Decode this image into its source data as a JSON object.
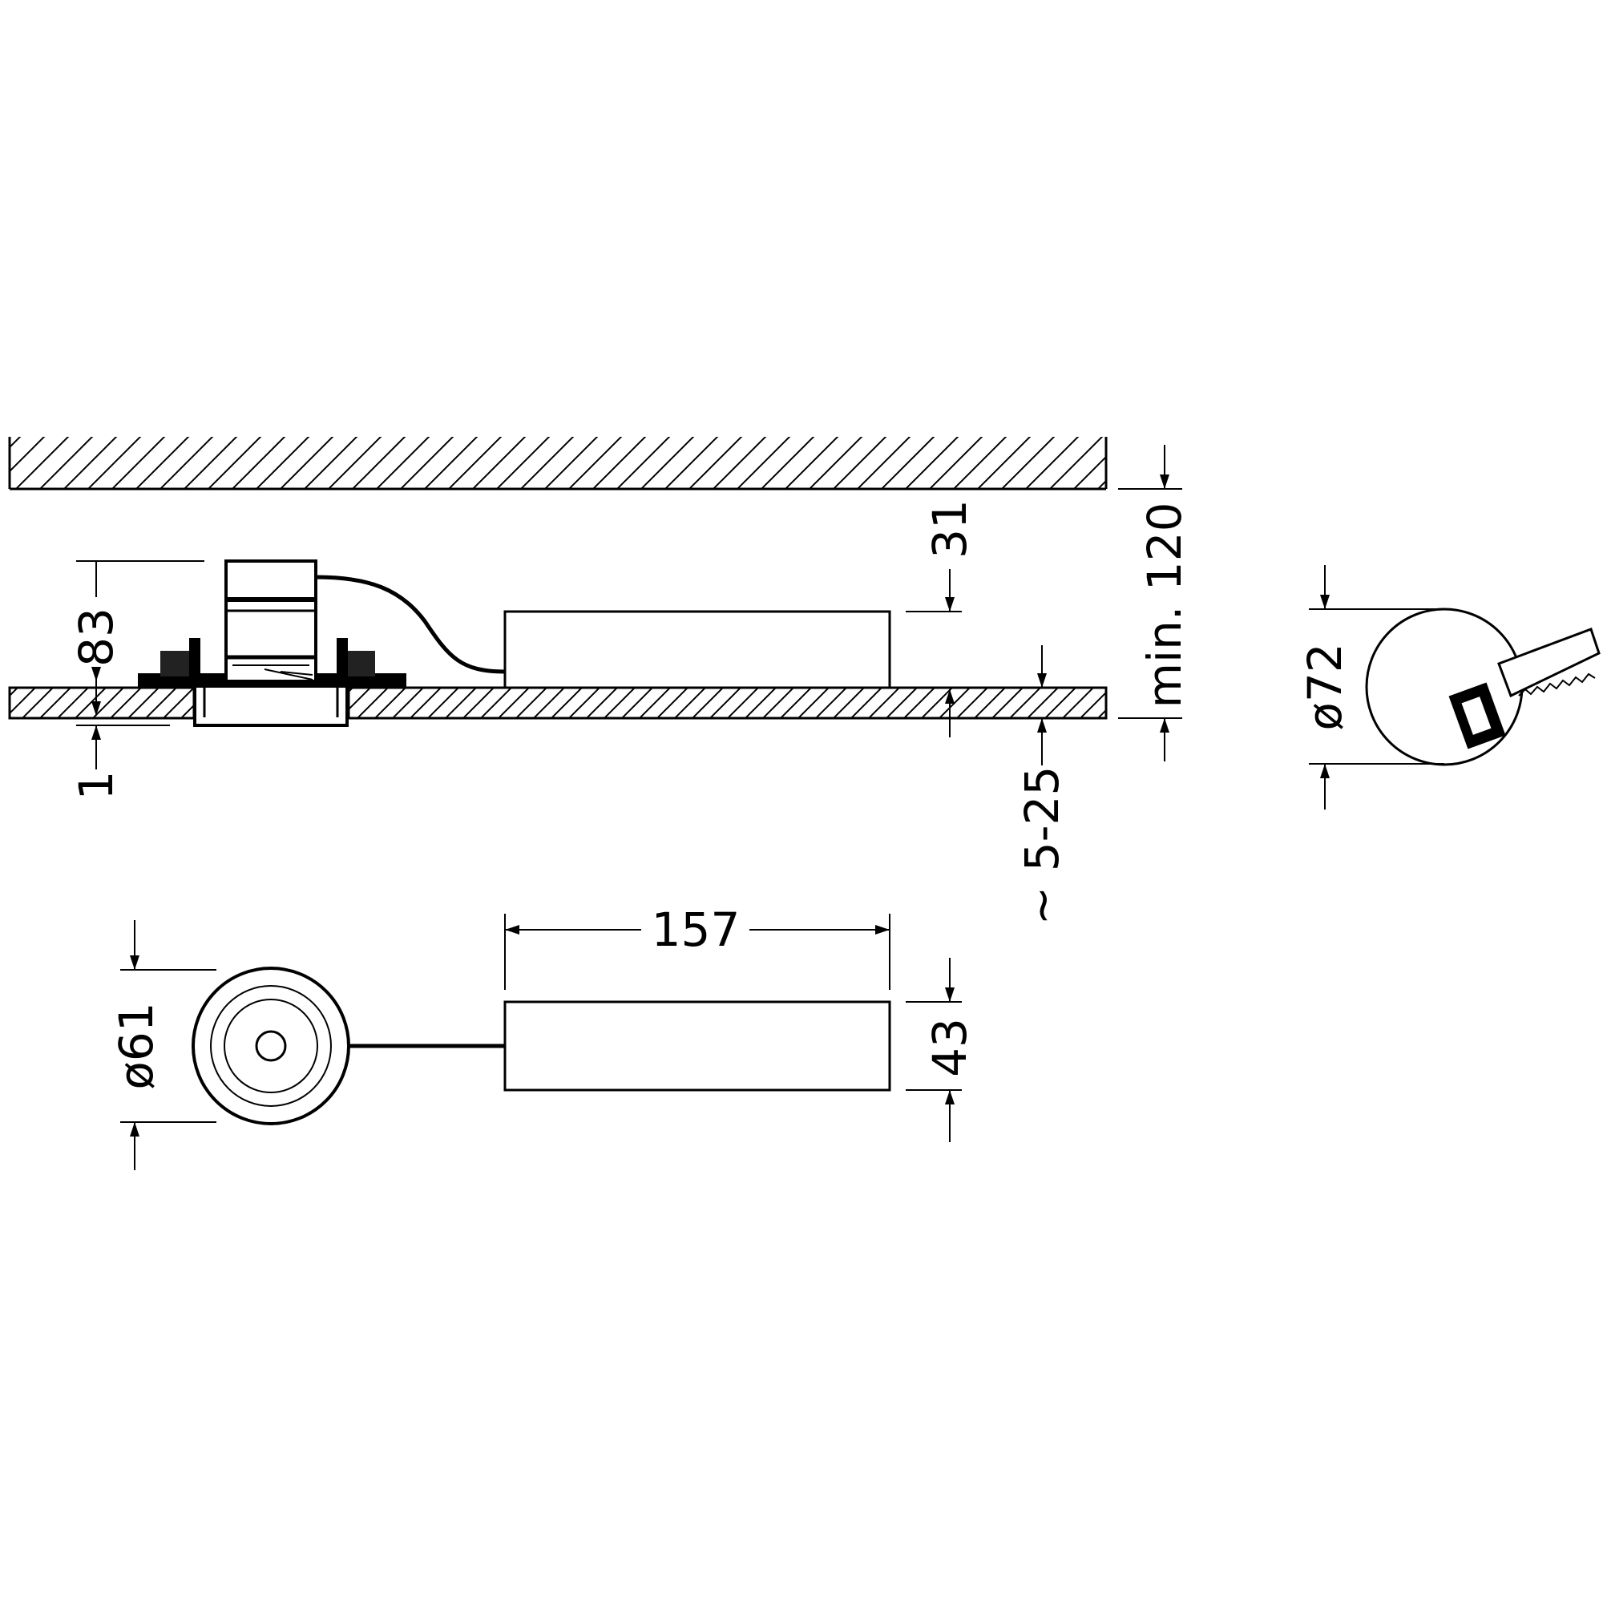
{
  "dimensions": {
    "fixture_height": "83",
    "flange_thickness": "1",
    "driver_drop": "31",
    "ceiling_void": "min. 120",
    "ceiling_thickness": "~ 5-25",
    "driver_length": "157",
    "driver_width": "43",
    "fixture_diameter": "ø61",
    "cutout_diameter": "ø72"
  }
}
